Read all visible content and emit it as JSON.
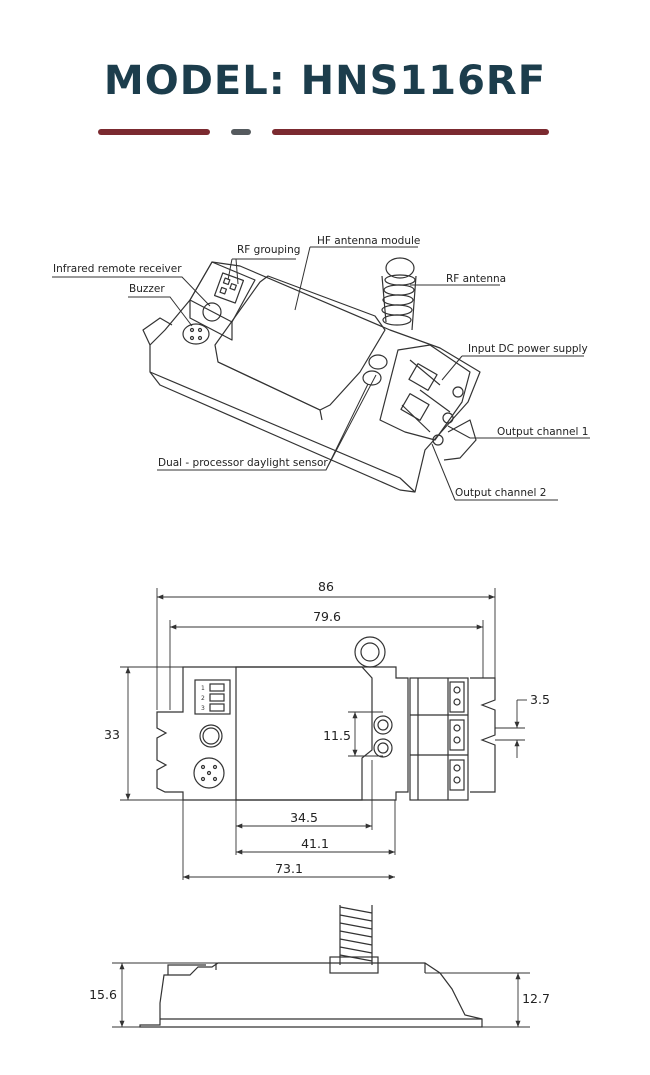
{
  "header": {
    "title": "MODEL: HNS116RF",
    "title_color": "#1c3d4c",
    "accent_color": "#7b2a30",
    "dot_color": "#555a5e"
  },
  "labels": {
    "rf_grouping": "RF grouping",
    "hf_antenna_module": "HF antenna module",
    "infrared_receiver": "Infrared remote receiver",
    "buzzer": "Buzzer",
    "rf_antenna": "RF antenna",
    "input_dc": "Input DC power supply",
    "output_ch1": "Output channel 1",
    "daylight_sensor": "Dual - processor daylight sensor",
    "output_ch2": "Output channel 2"
  },
  "dimensions": {
    "d86": "86",
    "d79_6": "79.6",
    "d33": "33",
    "d11_5": "11.5",
    "d3_5": "3.5",
    "d34_5": "34.5",
    "d41_1": "41.1",
    "d73_1": "73.1",
    "d15_6": "15.6",
    "d12_7": "12.7"
  },
  "dip_numbers": [
    "1",
    "2",
    "3"
  ]
}
